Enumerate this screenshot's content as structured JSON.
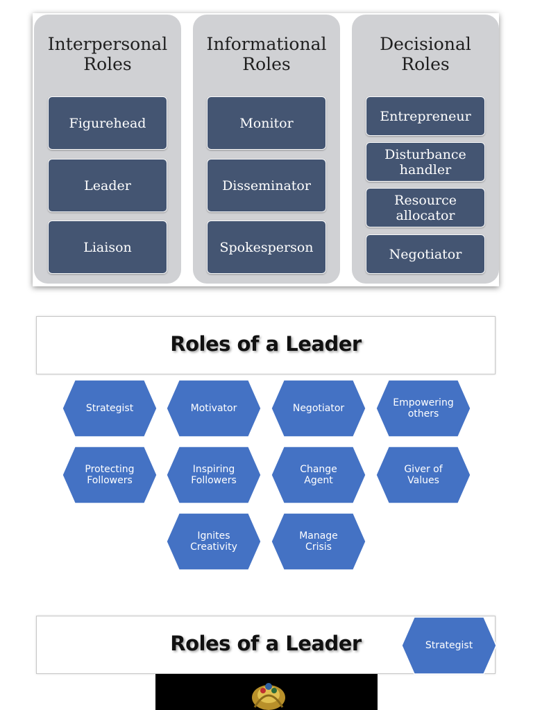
{
  "mintzberg": {
    "columns": [
      {
        "title": "Interpersonal\nRoles",
        "roles": [
          "Figurehead",
          "Leader",
          "Liaison"
        ]
      },
      {
        "title": "Informational\nRoles",
        "roles": [
          "Monitor",
          "Disseminator",
          "Spokesperson"
        ]
      },
      {
        "title": "Decisional\nRoles",
        "roles": [
          "Entrepreneur",
          "Disturbance\nhandler",
          "Resource\nallocator",
          "Negotiator"
        ]
      }
    ]
  },
  "leader_roles": {
    "title": "Roles of a Leader",
    "items": [
      "Strategist",
      "Motivator",
      "Negotiator",
      "Empowering\nothers",
      "Protecting\nFollowers",
      "Inspiring\nFollowers",
      "Change\nAgent",
      "Giver of\nValues",
      "Ignites\nCreativity",
      "Manage\nCrisis"
    ]
  },
  "leader_roles_2": {
    "title": "Roles of a Leader",
    "item": "Strategist"
  },
  "colors": {
    "role_box": "#445572",
    "column_bg": "#d0d1d4",
    "hexagon": "#4472c4"
  }
}
